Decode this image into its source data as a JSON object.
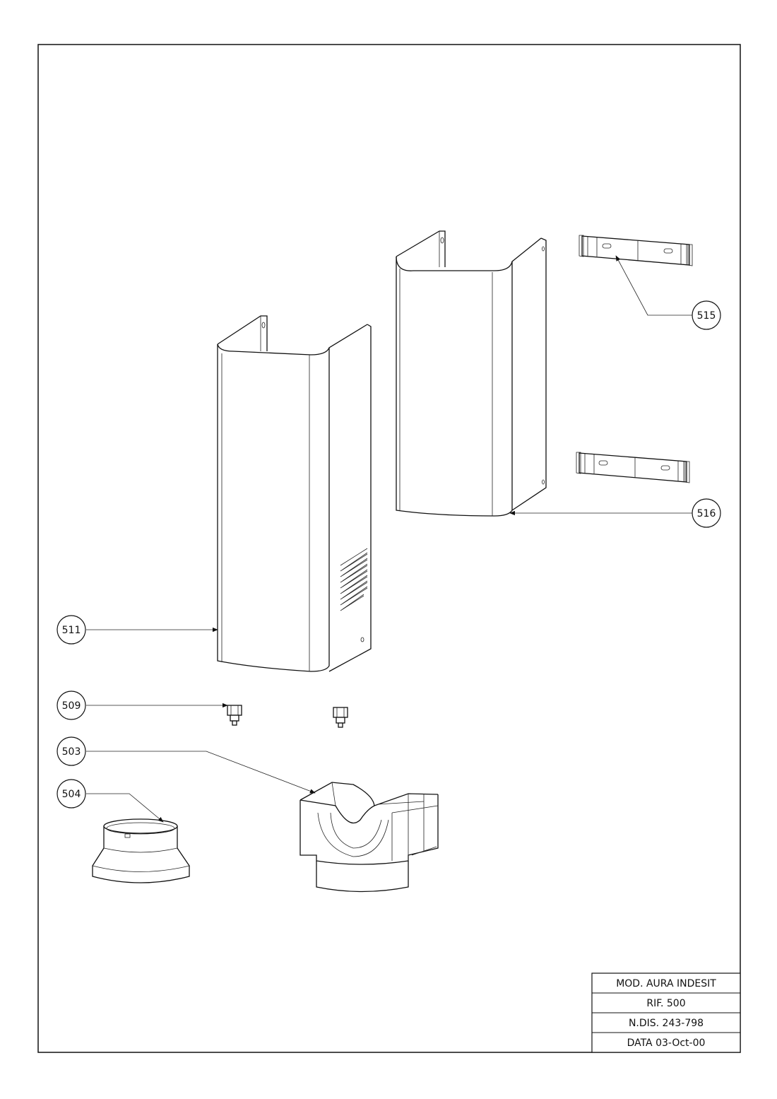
{
  "callouts": [
    {
      "id": "515",
      "label": "515"
    },
    {
      "id": "516",
      "label": "516"
    },
    {
      "id": "511",
      "label": "511"
    },
    {
      "id": "509",
      "label": "509"
    },
    {
      "id": "503",
      "label": "503"
    },
    {
      "id": "504",
      "label": "504"
    }
  ],
  "title_block": {
    "model": "MOD. AURA INDESIT",
    "ref": "RIF. 500",
    "drawing_number": "N.DIS. 243-798",
    "date": "DATA 03-Oct-00"
  }
}
